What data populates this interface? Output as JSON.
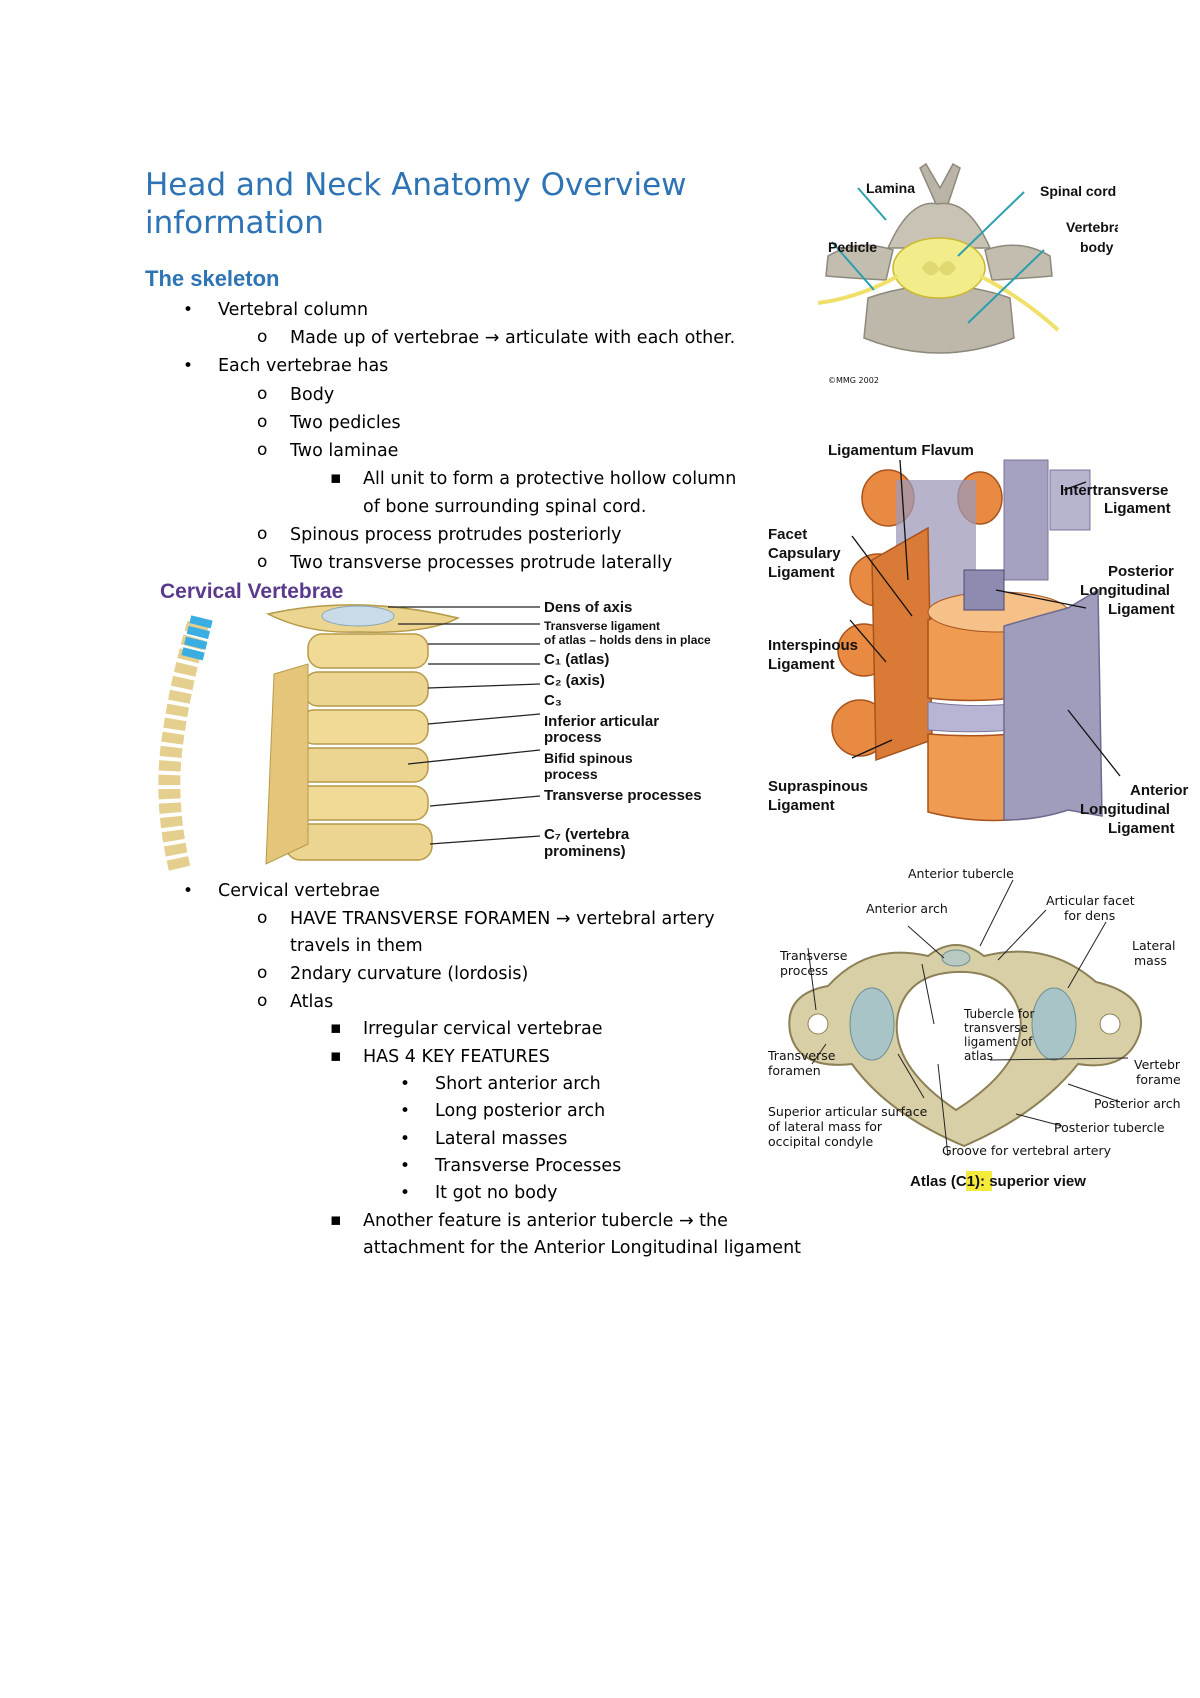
{
  "heading": {
    "title_line1": "Head and Neck Anatomy Overview",
    "title_line2": "information",
    "section": "The skeleton"
  },
  "notes": {
    "vertebral_column": "Vertebral column",
    "made_up_of": "Made up of vertebrae → articulate with each other.",
    "each_vertebrae_has": "Each vertebrae has",
    "body": "Body",
    "two_pedicles": "Two pedicles",
    "two_laminae": "Two laminae",
    "all_unit_1": "All unit to form a protective hollow column",
    "all_unit_2": "of bone surrounding spinal cord.",
    "spinous": "Spinous process protrudes posteriorly",
    "transverse": "Two transverse processes protrude laterally",
    "cervical_vertebrae": "Cervical vertebrae",
    "have_tf_1": "HAVE TRANSVERSE FORAMEN → vertebral artery",
    "have_tf_2": "travels in them",
    "secondary": "2ndary curvature (lordosis)",
    "atlas": "Atlas",
    "irregular": "Irregular cervical vertebrae",
    "key_features": "HAS 4 KEY FEATURES",
    "f1": "Short anterior arch",
    "f2": "Long posterior arch",
    "f3": "Lateral masses",
    "f4": "Transverse Processes",
    "f5": "It got no body",
    "another_1": "Another feature is anterior tubercle → the",
    "another_2": "attachment for the Anterior Longitudinal ligament"
  },
  "bullets": {
    "disc": "•",
    "circle": "o",
    "square": "▪"
  },
  "figure_vertebra": {
    "lamina": "Lamina",
    "spinal_cord": "Spinal cord",
    "vertebral": "Vertebral",
    "body": "body",
    "pedicle": "Pedicle",
    "credit": "©MMG 2002"
  },
  "figure_ligaments": {
    "ligamentum_flavum": "Ligamentum Flavum",
    "intertransverse_1": "Intertransverse",
    "intertransverse_2": "Ligament",
    "facet_1": "Facet",
    "facet_2": "Capsulary",
    "facet_3": "Ligament",
    "posterior_1": "Posterior",
    "posterior_2": "Longitudinal",
    "posterior_3": "Ligament",
    "interspinous_1": "Interspinous",
    "interspinous_2": "Ligament",
    "supraspinous_1": "Supraspinous",
    "supraspinous_2": "Ligament",
    "anterior_1": "Anterior",
    "anterior_2": "Longitudinal",
    "anterior_3": "Ligament"
  },
  "figure_cervical": {
    "heading": "Cervical Vertebrae",
    "dens": "Dens of axis",
    "transverse_lig_1": "Transverse ligament",
    "transverse_lig_2": "of atlas – holds dens in place",
    "c1": "C₁ (atlas)",
    "c2": "C₂ (axis)",
    "c3": "C₃",
    "inferior_1": "Inferior articular",
    "inferior_2": "process",
    "bifid_1": "Bifid spinous",
    "bifid_2": "process",
    "transverse_proc": "Transverse processes",
    "c7_1": "C₇ (vertebra",
    "c7_2": "prominens)"
  },
  "figure_atlas": {
    "anterior_tubercle": "Anterior tubercle",
    "anterior_arch": "Anterior arch",
    "articular_1": "Articular facet",
    "articular_2": "for dens",
    "transverse_process_1": "Transverse",
    "transverse_process_2": "process",
    "lateral_1": "Lateral",
    "lateral_2": "mass",
    "tubercle_1": "Tubercle for",
    "tubercle_2": "transverse",
    "tubercle_3": "ligament of",
    "tubercle_4": "atlas",
    "transverse_foramen_1": "Transverse",
    "transverse_foramen_2": "foramen",
    "vertebral_foramen_1": "Vertebral",
    "vertebral_foramen_2": "foramen",
    "posterior_arch": "Posterior arch",
    "superior_1": "Superior articular surface",
    "superior_2": "of lateral mass for",
    "superior_3": "occipital condyle",
    "posterior_tubercle": "Posterior tubercle",
    "groove": "Groove for vertebral artery",
    "caption_pre": "Atlas (",
    "caption_c1": "C1",
    "caption_post": "): superior view"
  }
}
